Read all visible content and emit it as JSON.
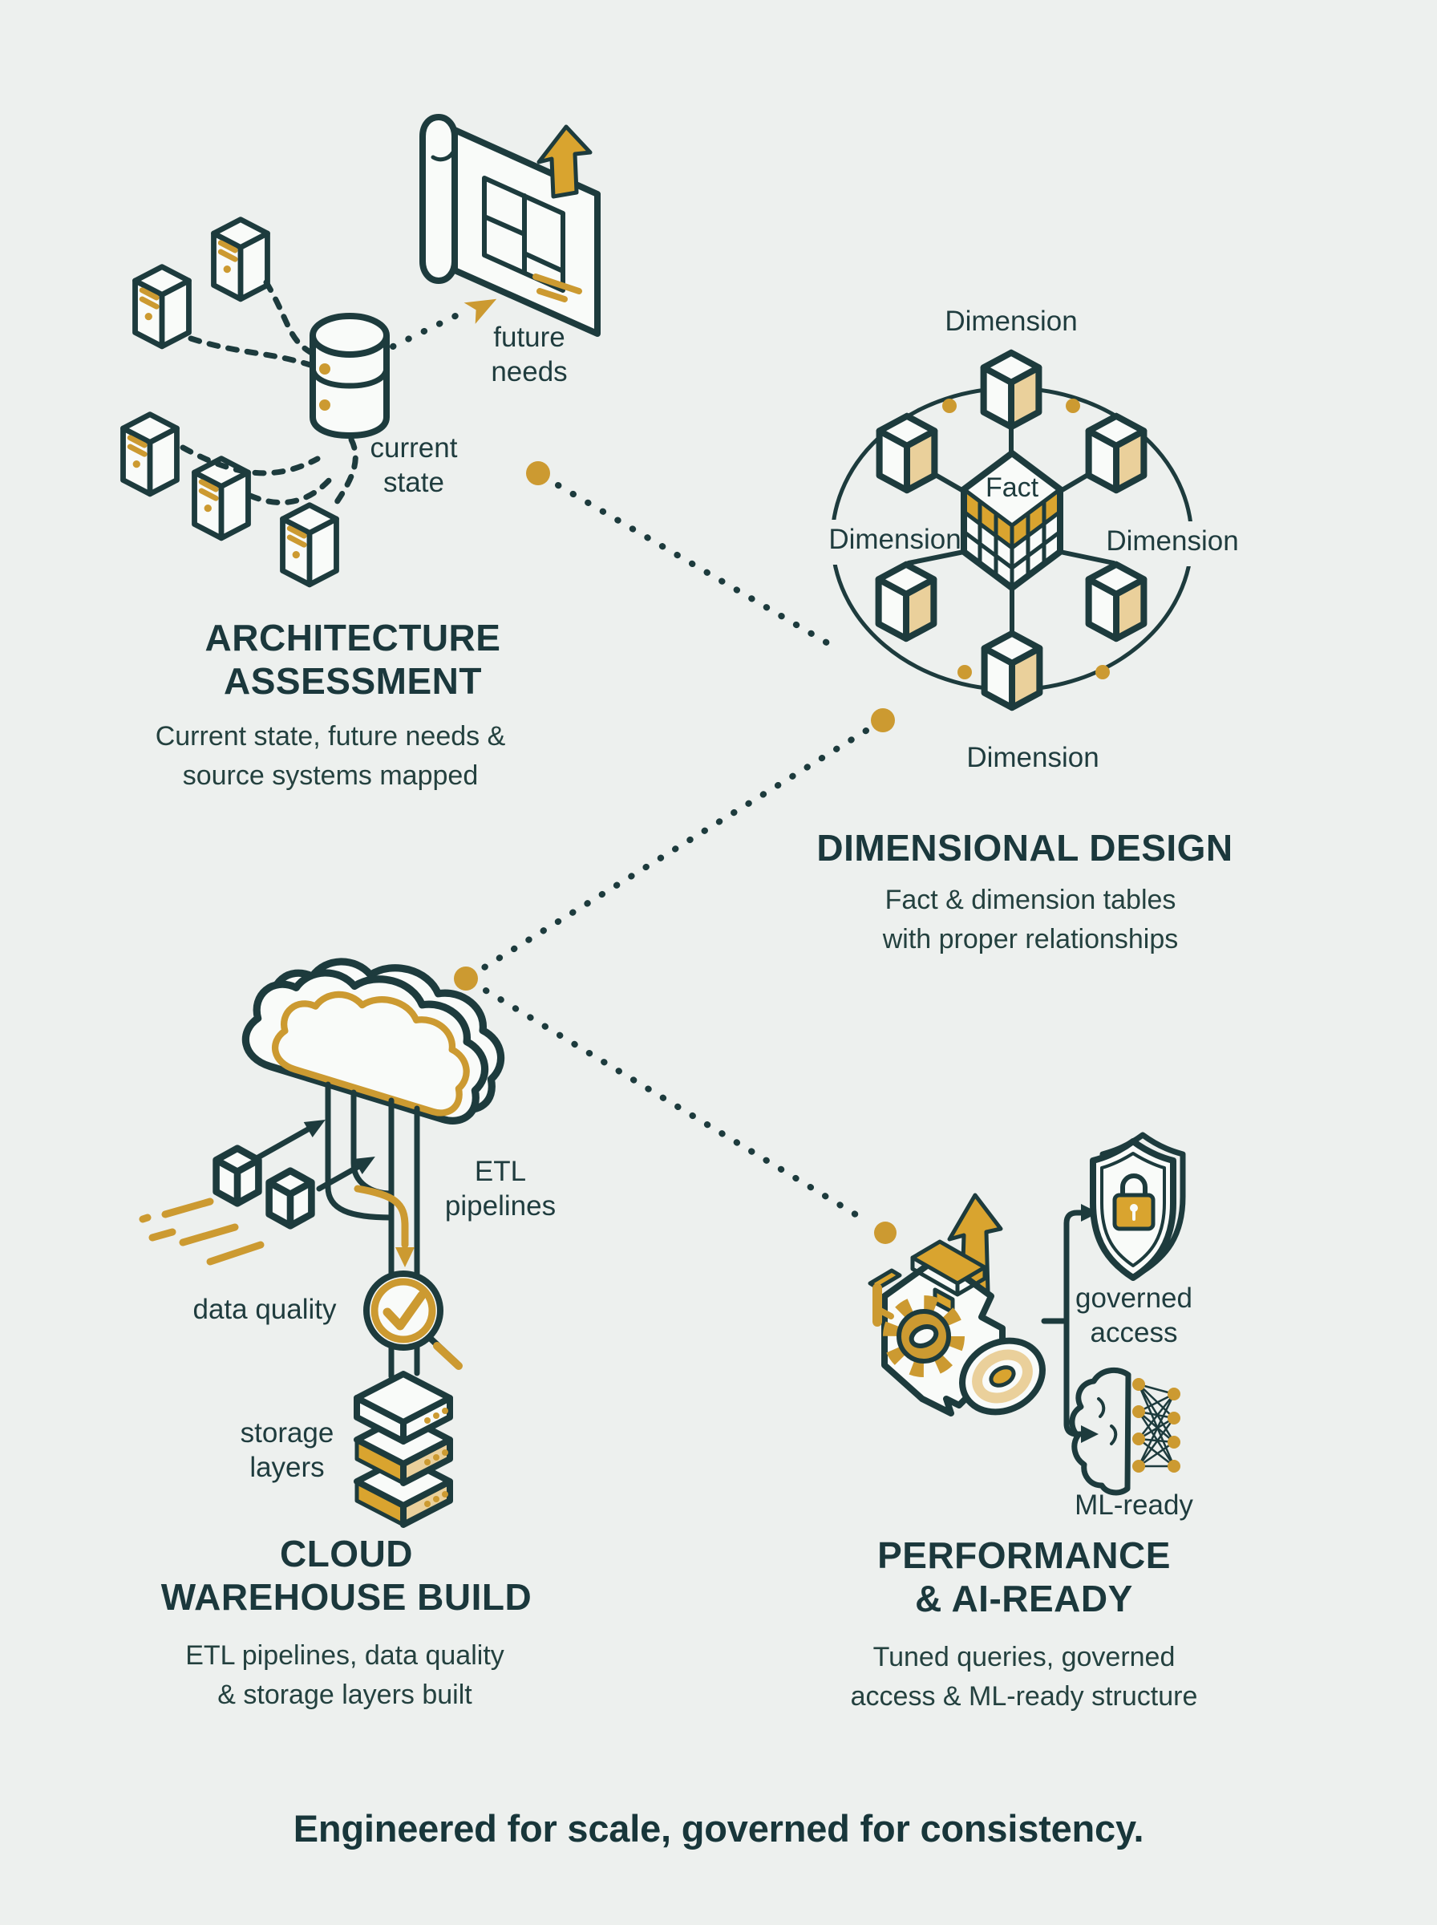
{
  "colors": {
    "background": "#edf0ee",
    "ink": "#1d3b3d",
    "gold": "#cc9a31",
    "gold_light": "#ead09b"
  },
  "sections": {
    "architecture": {
      "title_line1": "ARCHITECTURE",
      "title_line2": "ASSESSMENT",
      "subtitle_line1": "Current state, future needs &",
      "subtitle_line2": "source systems mapped",
      "label_future_line1": "future",
      "label_future_line2": "needs",
      "label_current_line1": "current",
      "label_current_line2": "state"
    },
    "dimensional": {
      "title": "DIMENSIONAL DESIGN",
      "subtitle_line1": "Fact & dimension tables",
      "subtitle_line2": "with proper relationships",
      "fact_label": "Fact",
      "dim_top": "Dimension",
      "dim_left": "Dimension",
      "dim_right": "Dimension",
      "dim_bottom": "Dimension"
    },
    "cloud": {
      "title_line1": "CLOUD",
      "title_line2": "WAREHOUSE BUILD",
      "subtitle_line1": "ETL pipelines, data quality",
      "subtitle_line2": "& storage layers built",
      "label_etl_line1": "ETL",
      "label_etl_line2": "pipelines",
      "label_data_quality": "data quality",
      "label_storage_line1": "storage",
      "label_storage_line2": "layers"
    },
    "performance": {
      "title_line1": "PERFORMANCE",
      "title_line2": "& AI-READY",
      "subtitle_line1": "Tuned queries, governed",
      "subtitle_line2": "access & ML-ready structure",
      "label_governed_line1": "governed",
      "label_governed_line2": "access",
      "label_ml_ready": "ML-ready"
    }
  },
  "tagline": "Engineered for scale, governed for consistency.",
  "icons": [
    "server-icon",
    "database-icon",
    "blueprint-icon",
    "up-arrow-icon",
    "dimension-cube-icon",
    "fact-cube-icon",
    "cloud-icon",
    "data-cube-icon",
    "magnifier-check-icon",
    "storage-layers-icon",
    "engine-gear-icon",
    "shield-lock-icon",
    "brain-network-icon",
    "connector-dot-icon"
  ]
}
